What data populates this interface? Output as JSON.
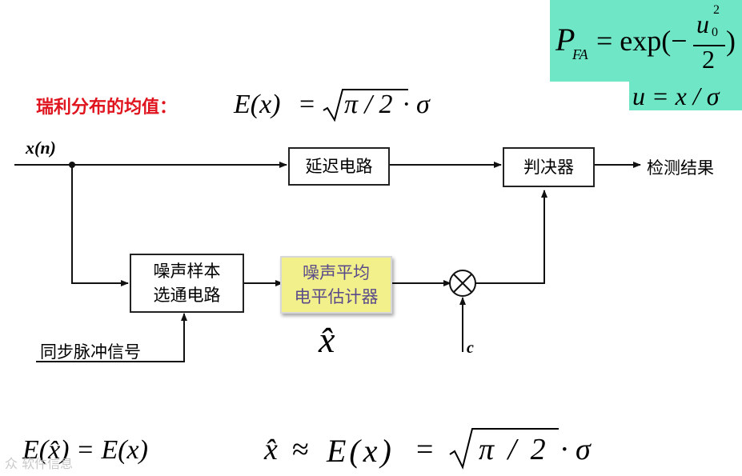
{
  "header": {
    "title_label": "瑞利分布的均值：",
    "title_color": "#e0141e",
    "mean_formula": {
      "lhs": "E(x)",
      "eq": "=",
      "radicand": "π / 2",
      "tail": "· σ"
    }
  },
  "formula_panel": {
    "bg_color": "#6fe6c6",
    "pfa": {
      "symbol": "P",
      "subscript": "FA",
      "eq": "= exp(−",
      "num": "u",
      "num_sub": "0",
      "num_sup": "2",
      "den": "2",
      "close": ")"
    },
    "u_def": {
      "text": "u = x / σ"
    }
  },
  "diagram": {
    "input_label": "x(n)",
    "blocks": {
      "delay": "延迟电路",
      "decision": "判决器",
      "noise_sample": [
        "噪声样本",
        "选通电路"
      ],
      "noise_avg": [
        "噪声平均",
        "电平估计器"
      ]
    },
    "output_label": "检测结果",
    "sync_label": "同步脉冲信号",
    "multiplier_input": "c",
    "estimate_symbol": "x̂",
    "highlight_color": "#f1f08a"
  },
  "bottom": {
    "left_eq": "E(x̂) = E(x)",
    "right_eq": {
      "lhs": "x̂",
      "approx": "≈",
      "mid": "E(x)",
      "eq": "=",
      "radicand": "π / 2",
      "tail": "· σ"
    }
  },
  "watermark": {
    "text": "众 软件信息"
  }
}
